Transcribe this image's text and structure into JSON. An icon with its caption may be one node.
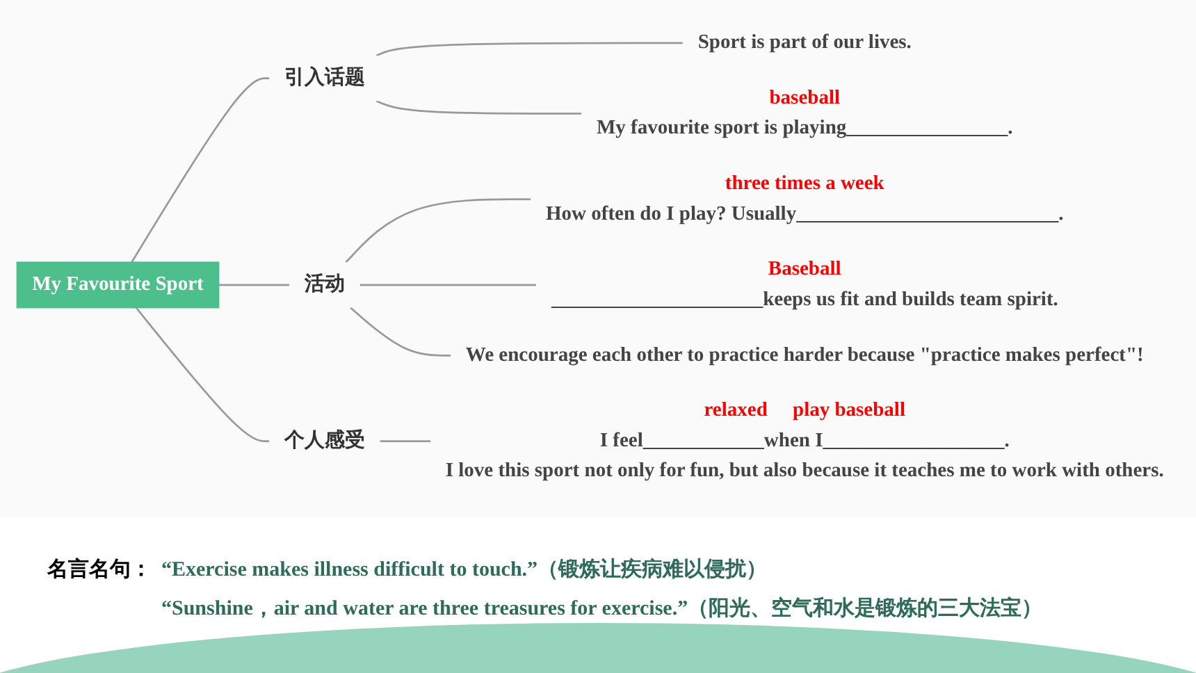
{
  "diagram": {
    "nodes": [
      {
        "text": [
          "My Favourite Sport"
        ]
      },
      {
        "text": [
          "引入话题"
        ]
      },
      {
        "text": [
          "活动"
        ]
      },
      {
        "text": [
          "个人感受"
        ]
      },
      {
        "text": [
          "Sport is part of our lives."
        ]
      },
      {
        "text": [
          "baseball",
          "My favourite sport is playing________________."
        ]
      },
      {
        "text": [
          "three times a week",
          "How often do I play? Usually__________________________."
        ]
      },
      {
        "text": [
          "Baseball",
          "_____________________keeps us fit and builds team spirit."
        ]
      },
      {
        "text": [
          "We encourage each other to practice harder because \"practice makes perfect\"!"
        ]
      },
      {
        "text": [
          "relaxed",
          "play baseball",
          "I feel____________when I__________________.",
          "I love this sport not only for fun, but also because it teaches me to work with others."
        ]
      }
    ],
    "edges": [
      {
        "from": 0,
        "to": 1,
        "arrow": "none"
      },
      {
        "from": 0,
        "to": 2,
        "arrow": "none"
      },
      {
        "from": 0,
        "to": 3,
        "arrow": "none"
      },
      {
        "from": 1,
        "to": 4,
        "arrow": "none"
      },
      {
        "from": 1,
        "to": 5,
        "arrow": "none"
      },
      {
        "from": 2,
        "to": 6,
        "arrow": "none"
      },
      {
        "from": 2,
        "to": 7,
        "arrow": "none"
      },
      {
        "from": 2,
        "to": 8,
        "arrow": "none"
      },
      {
        "from": 3,
        "to": 9,
        "arrow": "none"
      }
    ],
    "labels": [
      "名言名句：",
      "“Exercise makes illness difficult to touch.”（锻炼让疾病难以侵扰）",
      "“Sunshine，air and water are three treasures for exercise.”（阳光、空气和水是锻炼的三大法宝）"
    ]
  }
}
